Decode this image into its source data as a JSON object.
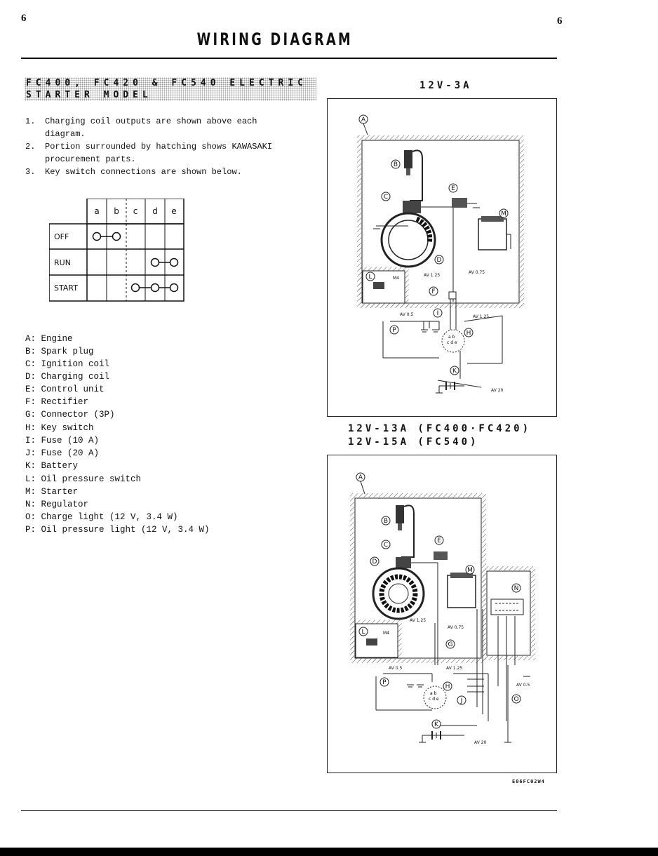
{
  "page": {
    "number_left": "6",
    "number_right": "6",
    "title": "WIRING DIAGRAM"
  },
  "section": {
    "heading": "FC400, FC420 & FC540 ELECTRIC STARTER MODEL"
  },
  "notes": [
    {
      "num": "1.",
      "text": "Charging coil outputs are shown above each diagram."
    },
    {
      "num": "2.",
      "text": "Portion surrounded by hatching shows KAWASAKI procurement parts."
    },
    {
      "num": "3.",
      "text": "Key switch connections are shown below."
    }
  ],
  "key_switch_table": {
    "columns": [
      "a",
      "b",
      "c",
      "d",
      "e"
    ],
    "rows": [
      {
        "label": "OFF",
        "connected": [
          "a",
          "b"
        ]
      },
      {
        "label": "RUN",
        "connected": [
          "d",
          "e"
        ]
      },
      {
        "label": "START",
        "connected": [
          "c",
          "d",
          "e"
        ]
      }
    ]
  },
  "legend": [
    "A: Engine",
    "B: Spark plug",
    "C: Ignition coil",
    "D: Charging coil",
    "E: Control unit",
    "F: Rectifier",
    "G: Connector (3P)",
    "H: Key switch",
    "I: Fuse (10 A)",
    "J: Fuse (20 A)",
    "K: Battery",
    "L: Oil pressure switch",
    "M: Starter",
    "N: Regulator",
    "O: Charge light (12 V, 3.4 W)",
    "P: Oil pressure light (12 V, 3.4 W)"
  ],
  "diagram_1": {
    "label": "12V-3A",
    "callouts": [
      "A",
      "B",
      "C",
      "D",
      "E",
      "F",
      "H",
      "I",
      "K",
      "L",
      "M",
      "P"
    ],
    "wire_labels": [
      "AV 1.25",
      "AV 0.75",
      "AV 0.5",
      "AV 1.25",
      "AV 20"
    ],
    "switch_mark": "M4"
  },
  "diagram_2": {
    "label_line1": "12V-13A (FC400·FC420)",
    "label_line2": "12V-15A (FC540)",
    "callouts": [
      "A",
      "B",
      "C",
      "D",
      "E",
      "G",
      "H",
      "J",
      "K",
      "L",
      "M",
      "N",
      "O",
      "P"
    ],
    "wire_labels": [
      "AV 1.25",
      "AV 0.75",
      "AV 0.5",
      "AV 1.25",
      "AV 0.5",
      "AV 20"
    ],
    "switch_mark": "M4"
  },
  "figure_code": "E06FC02W4",
  "colors": {
    "ink": "#111111",
    "hatch": "#555555",
    "paper": "#ffffff"
  }
}
